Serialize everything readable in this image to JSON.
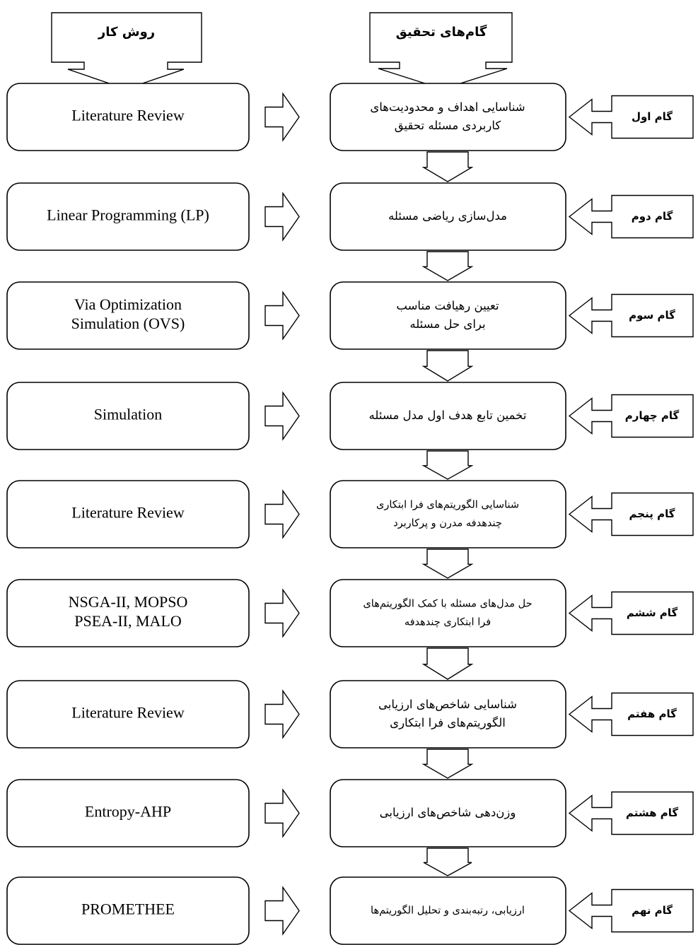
{
  "headers": {
    "method": "روش کار",
    "steps": "گام‌های تحقیق"
  },
  "rows": [
    {
      "label": "گام اول",
      "method": [
        "Literature Review"
      ],
      "step": [
        "شناسایی اهداف و محدودیت‌های",
        "کاربردی مسئله تحقیق"
      ]
    },
    {
      "label": "گام دوم",
      "method": [
        "Linear Programming (LP)"
      ],
      "step": [
        "مدل‌سازی ریاضی مسئله"
      ]
    },
    {
      "label": "گام سوم",
      "method": [
        "Via  Optimization",
        "Simulation (OVS)"
      ],
      "step": [
        "تعیین رهیافت مناسب",
        "برای حل مسئله"
      ]
    },
    {
      "label": "گام چهارم",
      "method": [
        "Simulation"
      ],
      "step": [
        "تخمین تابع هدف اول مدل مسئله"
      ]
    },
    {
      "label": "گام پنجم",
      "method": [
        "Literature Review"
      ],
      "step": [
        "شناسایی الگوریتم‌های فرا ابتکاری",
        "چندهدفه مدرن و پرکاربرد"
      ]
    },
    {
      "label": "گام ششم",
      "method": [
        "NSGA-II, MOPSO",
        "PSEA-II, MALO"
      ],
      "step": [
        "حل مدل‌های مسئله با کمک الگوریتم‌های",
        "فرا ابتکاری چندهدفه"
      ]
    },
    {
      "label": "گام هفتم",
      "method": [
        "Literature Review"
      ],
      "step": [
        "شناسایی شاخص‌های ارزیابی",
        "الگوریتم‌های فرا ابتکاری"
      ]
    },
    {
      "label": "گام هشتم",
      "method": [
        "Entropy-AHP"
      ],
      "step": [
        "وزن‌دهی شاخص‌های ارزیابی"
      ]
    },
    {
      "label": "گام نهم",
      "method": [
        "PROMETHEE"
      ],
      "step": [
        "ارزیابی، رتبه‌بندی و تحلیل الگوریتم‌ها"
      ]
    }
  ]
}
